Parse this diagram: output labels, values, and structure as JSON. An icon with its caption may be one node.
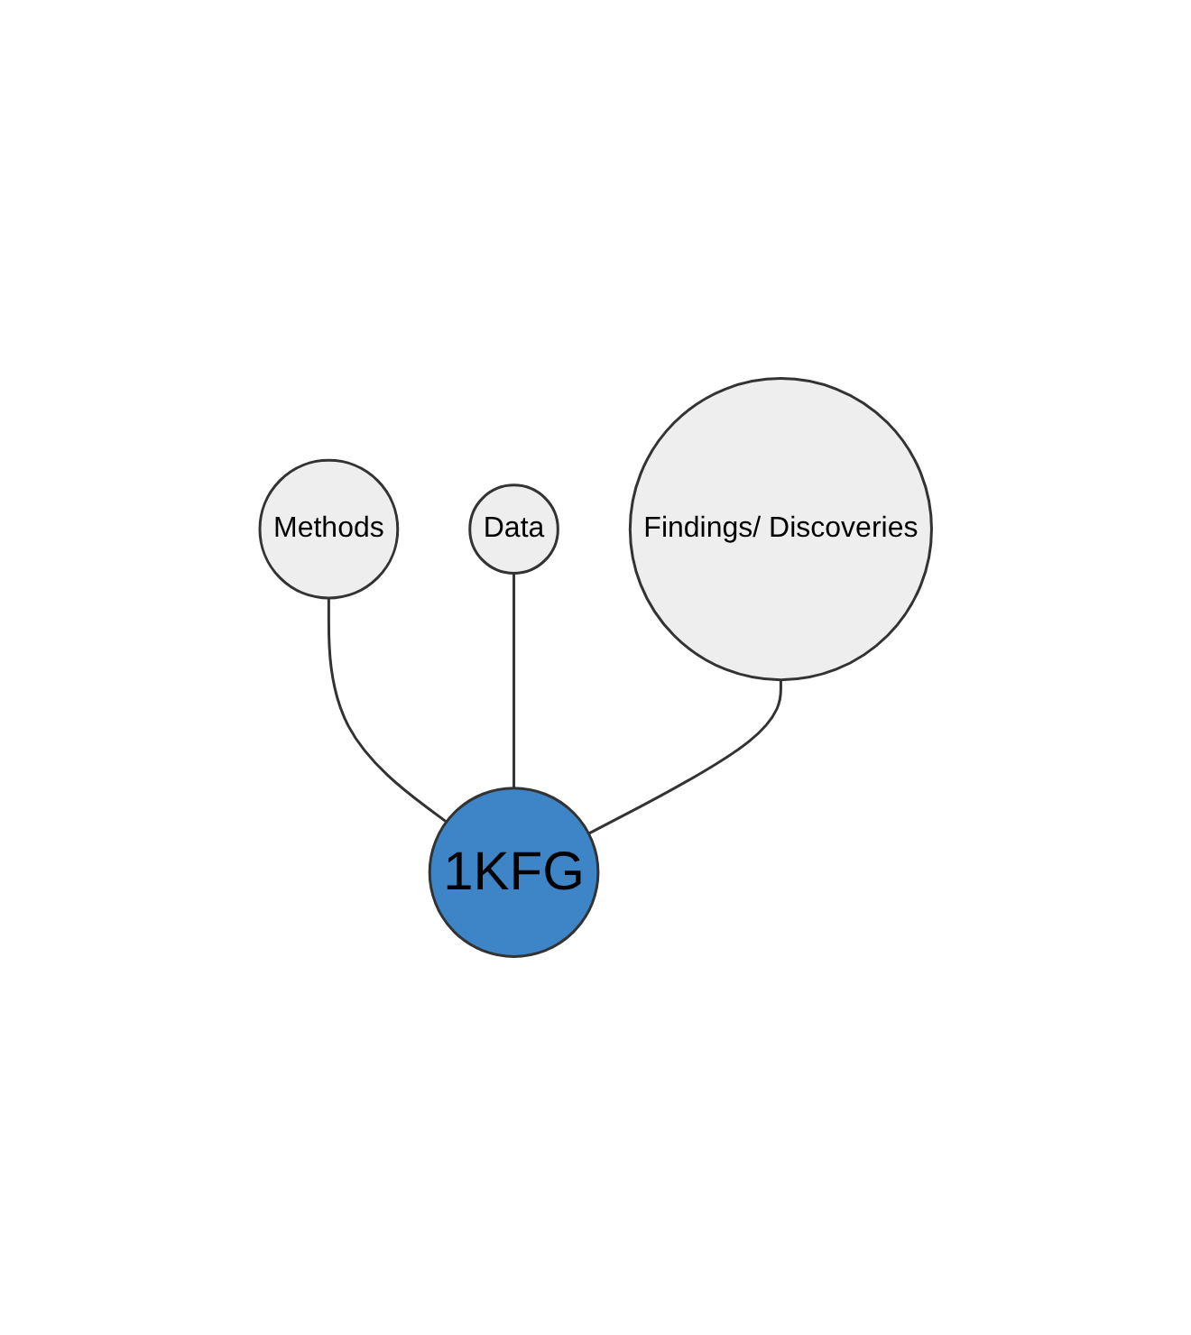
{
  "diagram": {
    "nodes": [
      {
        "text": [
          "Methods"
        ]
      },
      {
        "text": [
          "Data"
        ]
      },
      {
        "text": [
          "Findings/ Discoveries"
        ]
      },
      {
        "text": [
          "1KFG"
        ]
      }
    ],
    "edges": [
      {
        "from": 3,
        "to": 0,
        "arrow": "none"
      },
      {
        "from": 3,
        "to": 1,
        "arrow": "none"
      },
      {
        "from": 3,
        "to": 2,
        "arrow": "none"
      }
    ]
  }
}
